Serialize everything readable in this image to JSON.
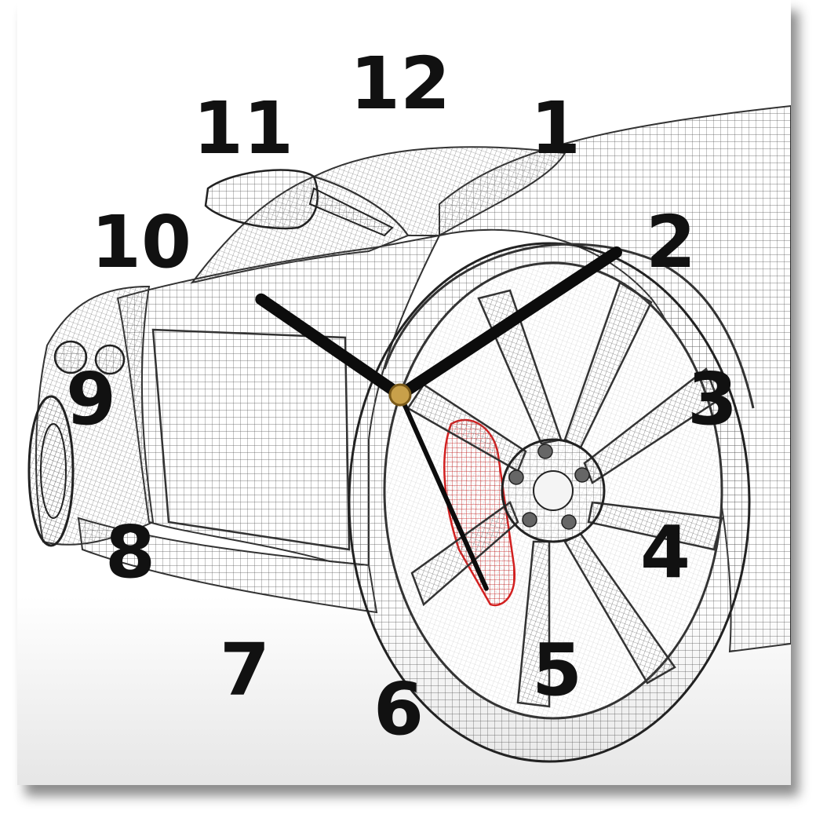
{
  "numerals": {
    "n12": "12",
    "n1": "1",
    "n2": "2",
    "n3": "3",
    "n4": "4",
    "n5": "5",
    "n6": "6",
    "n7": "7",
    "n8": "8",
    "n9": "9",
    "n10": "10",
    "n11": "11"
  },
  "clock_time": {
    "hour": 10,
    "minute": 9,
    "second": 26
  },
  "colors": {
    "face": "#ffffff",
    "wireframe": "#3a3a3a",
    "brake_caliper": "#e23a3a",
    "hands": "#0c0c0c",
    "center_pin": "#c8a04a"
  },
  "icons": {
    "subject": "wireframe-sports-car-icon"
  }
}
